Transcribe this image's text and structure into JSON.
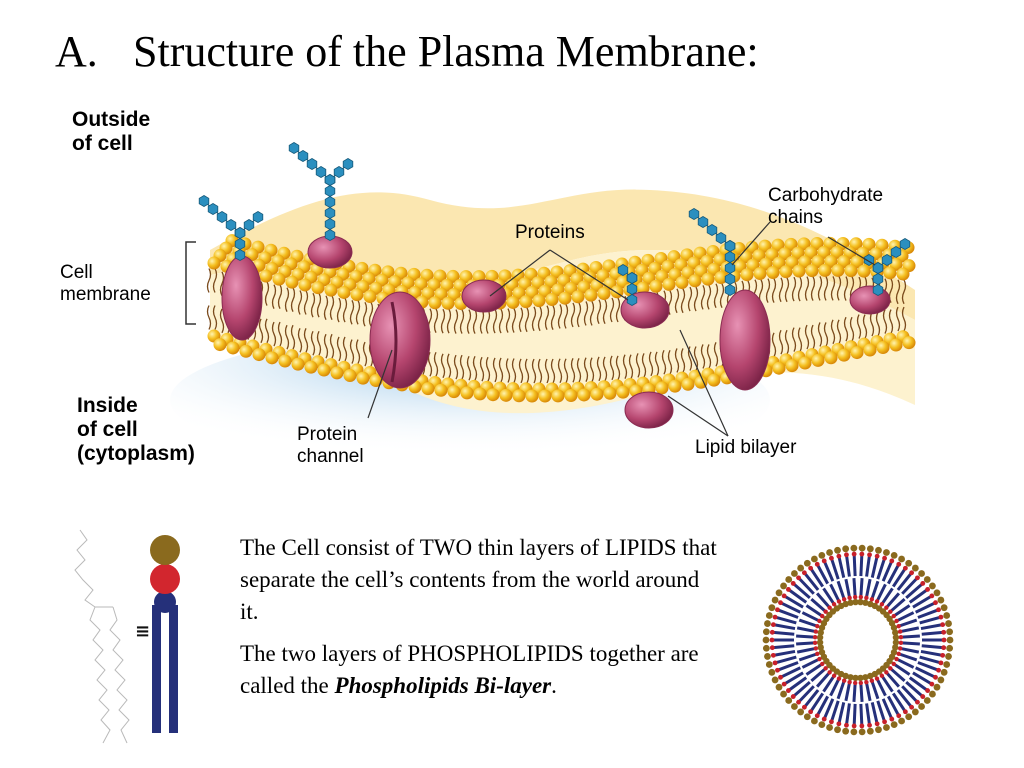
{
  "slide": {
    "title_letter": "A.",
    "title_text": "Structure of the Plasma Membrane:"
  },
  "labels": {
    "outside": "Outside\nof cell",
    "inside": "Inside\nof cell\n(cytoplasm)",
    "cell_membrane": "Cell\nmembrane",
    "proteins": "Proteins",
    "carbohydrate": "Carbohydrate\nchains",
    "protein_channel": "Protein\nchannel",
    "lipid_bilayer": "Lipid bilayer"
  },
  "body": {
    "paragraph1": "The Cell consist of TWO thin layers of LIPIDS that separate the cell’s contents from the world around it.",
    "paragraph2_start": "The two layers of PHOSPHOLIPIDS together are called the ",
    "paragraph2_emph": "Phospholipids Bi-layer",
    "paragraph2_end": "."
  },
  "equivalence_symbol": "≡",
  "colors": {
    "head": "#f2b31b",
    "head_shade": "#e0900a",
    "tail": "#7a4a1c",
    "protein": "#b5456e",
    "protein_dark": "#8a2c52",
    "carb": "#2b8fbf",
    "cytoplasm": "#bcd8ee",
    "membrane_fill": "#fbe9b9",
    "mol_top": "#8a6a1e",
    "mol_mid": "#c8202a",
    "mol_tail": "#25307a"
  }
}
